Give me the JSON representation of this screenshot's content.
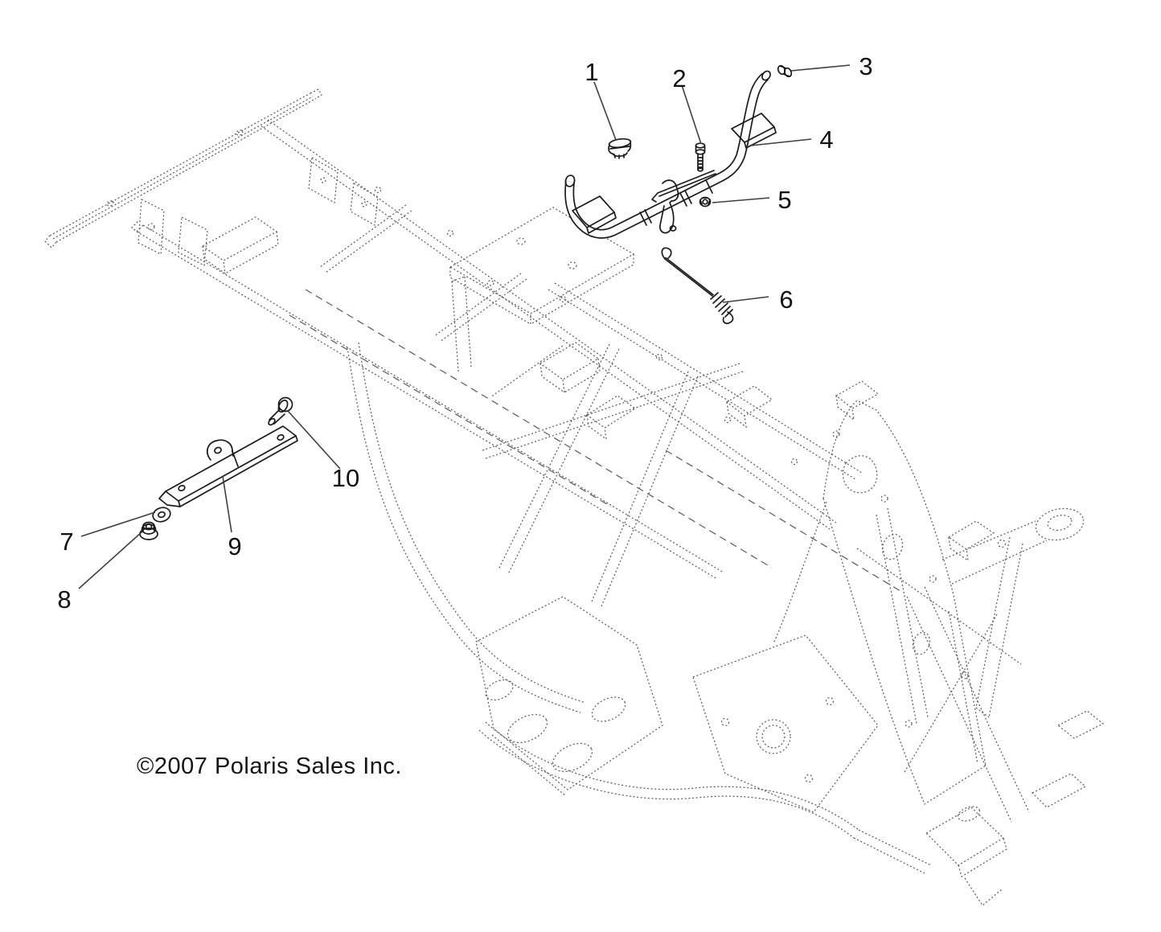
{
  "copyright": "©2007 Polaris Sales Inc.",
  "callouts": [
    {
      "num": "1"
    },
    {
      "num": "2"
    },
    {
      "num": "3"
    },
    {
      "num": "4"
    },
    {
      "num": "5"
    },
    {
      "num": "6"
    },
    {
      "num": "7"
    },
    {
      "num": "8"
    },
    {
      "num": "9"
    },
    {
      "num": "10"
    }
  ],
  "colors": {
    "ink": "#1b1b1b",
    "frame_sketch": "#5f5f5f",
    "leader": "#3f3f3f",
    "background": "#ffffff"
  }
}
